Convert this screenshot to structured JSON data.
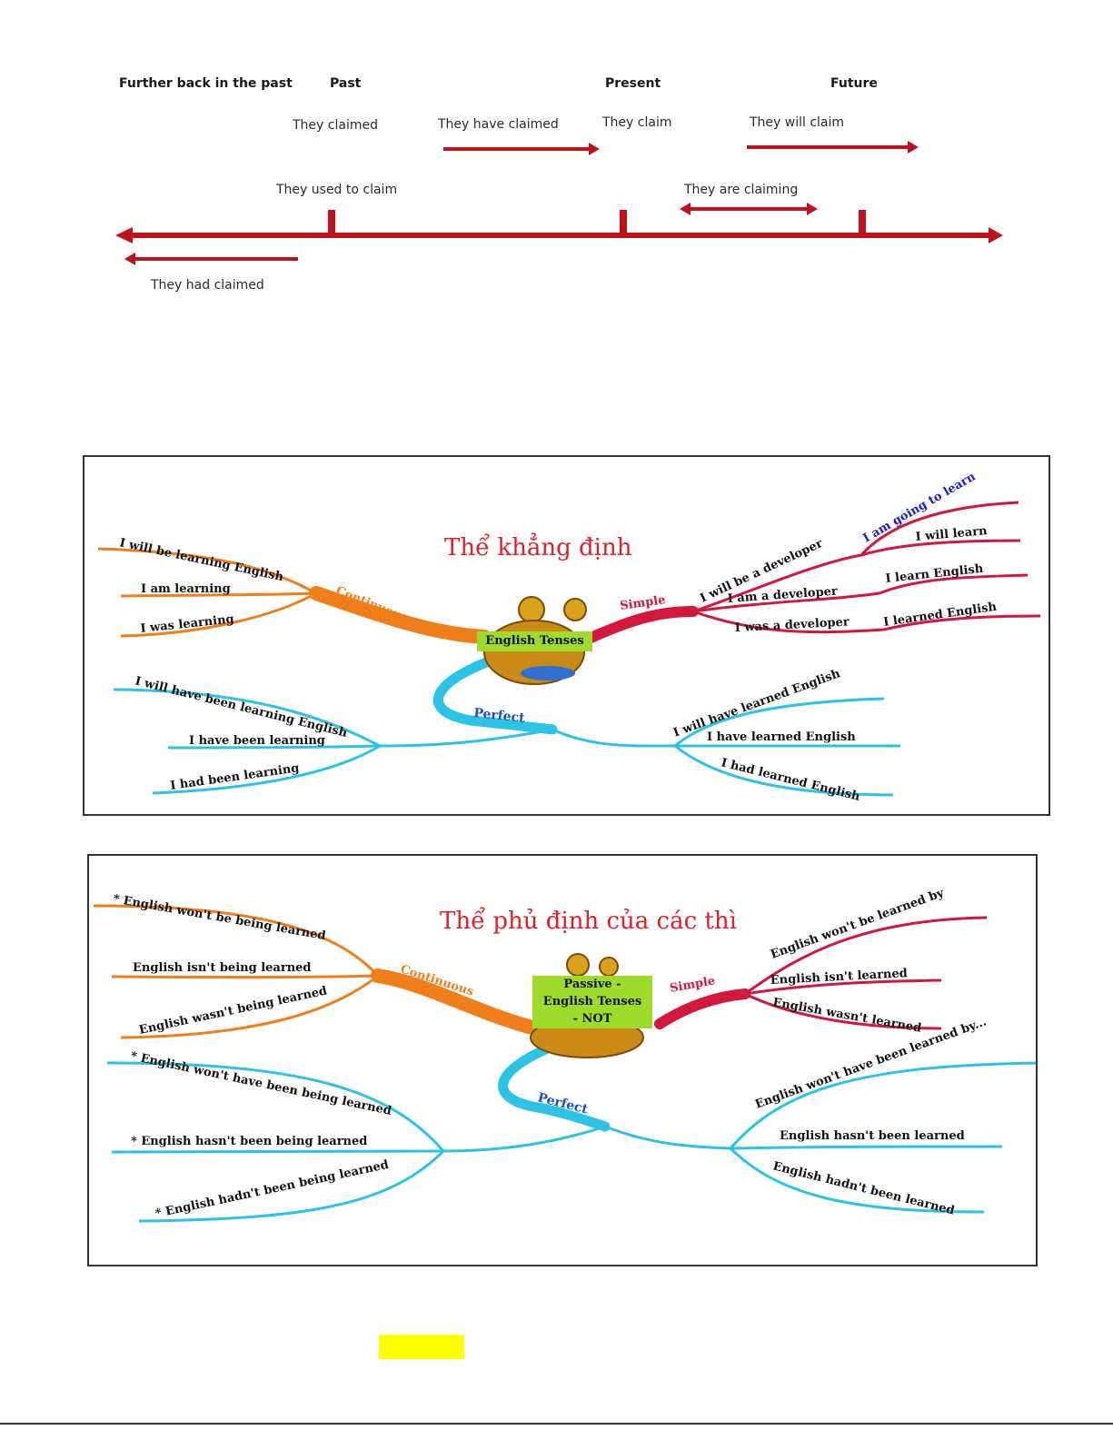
{
  "timeline": {
    "headers": {
      "further_back": "Further back in the past",
      "past": "Past",
      "present": "Present",
      "future": "Future"
    },
    "labels": {
      "they_claimed": "They claimed",
      "they_have_claimed": "They have claimed",
      "they_claim": "They claim",
      "they_will_claim": "They will claim",
      "they_used_to_claim": "They used to claim",
      "they_are_claiming": "They are claiming",
      "they_had_claimed": "They had claimed"
    },
    "color": "#c0121c"
  },
  "mindmap_affirmative": {
    "title": "Thể khẳng định",
    "center": "English Tenses",
    "branches": {
      "continuous": "Continuous",
      "simple": "Simple",
      "perfect": "Perfect"
    },
    "continuous_items": [
      "I will be learning English",
      "I am learning",
      "I was learning"
    ],
    "simple_items": [
      "I am going to learn",
      "I will learn",
      "I will be a developer",
      "I learn English",
      "I am a developer",
      "I learned English",
      "I was a developer"
    ],
    "perfect_left": [
      "I will have been learning English",
      "I have been learning",
      "I had been learning"
    ],
    "perfect_right": [
      "I will have learned English",
      "I have learned English",
      "I had learned English"
    ]
  },
  "mindmap_negative": {
    "title": "Thể phủ định của các thì",
    "center": [
      "Passive -",
      "English Tenses",
      "- NOT"
    ],
    "branches": {
      "continuous": "Continuous",
      "simple": "Simple",
      "perfect": "Perfect"
    },
    "continuous_items": [
      "* English won't be being learned",
      "English isn't being learned",
      "English wasn't being learned"
    ],
    "simple_items": [
      "English won't be learned by",
      "English isn't learned",
      "English wasn't learned"
    ],
    "perfect_left": [
      "* English won't have been being learned",
      "* English hasn't been being learned",
      "* English hadn't been being learned"
    ],
    "perfect_right": [
      "English won't have been learned by...",
      "English hasn't been learned",
      "English hadn't been learned"
    ]
  },
  "colors": {
    "orange": "#f07e1a",
    "crimson": "#d2183c",
    "cyan": "#2bc3e6",
    "blue": "#1a1ad0",
    "title_red": "#e0202a"
  }
}
